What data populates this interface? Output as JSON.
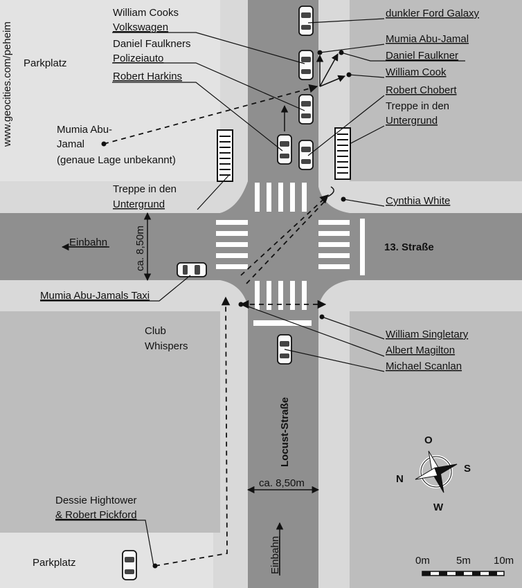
{
  "source_url": "www.geocities.com/peheim",
  "areas": {
    "parking_top": "Parkplatz",
    "parking_bottom": "Parkplatz",
    "club_line1": "Club",
    "club_line2": "Whispers"
  },
  "streets": {
    "cross_street": "13. Straße",
    "main_street": "Locust-Straße"
  },
  "measurements": {
    "width_vertical": "ca. 8,50m",
    "width_horizontal": "ca. 8,50m"
  },
  "one_way": {
    "west": "Einbahn",
    "north": "Einbahn"
  },
  "labels": {
    "william_cook_vw_1": "William Cooks",
    "william_cook_vw_2": "Volkswagen",
    "faulkner_car_1": "Daniel Faulkners",
    "faulkner_car_2": "Polizeiauto",
    "harkins": "Robert Harkins",
    "galaxy": "dunkler Ford Galaxy",
    "mumia": "Mumia Abu-Jamal",
    "faulkner": "Daniel Faulkner",
    "cook": "William Cook",
    "chobert": "Robert Chobert",
    "stairs_right_1": "Treppe in den",
    "stairs_right_2": "Untergrund",
    "mumia_unknown_1": "Mumia Abu-",
    "mumia_unknown_2": "Jamal",
    "mumia_unknown_3": "(genaue Lage unbekannt)",
    "stairs_left_1": "Treppe in den",
    "stairs_left_2": "Untergrund",
    "cynthia": "Cynthia White",
    "taxi": "Mumia Abu-Jamals Taxi",
    "singletary": "William Singletary",
    "magilton": "Albert Magilton",
    "scanlan": "Michael Scanlan",
    "hightower_1": "Dessie Hightower",
    "hightower_2": "& Robert Pickford"
  },
  "compass": {
    "north": "O",
    "south": "W",
    "east": "S",
    "west": "N"
  },
  "scale": {
    "tick_0": "0m",
    "tick_5": "5m",
    "tick_10": "10m"
  },
  "colors": {
    "background": "#ffffff",
    "block": "#bdbdbd",
    "sidewalk": "#d9d9d9",
    "road": "#8f8f8f"
  }
}
